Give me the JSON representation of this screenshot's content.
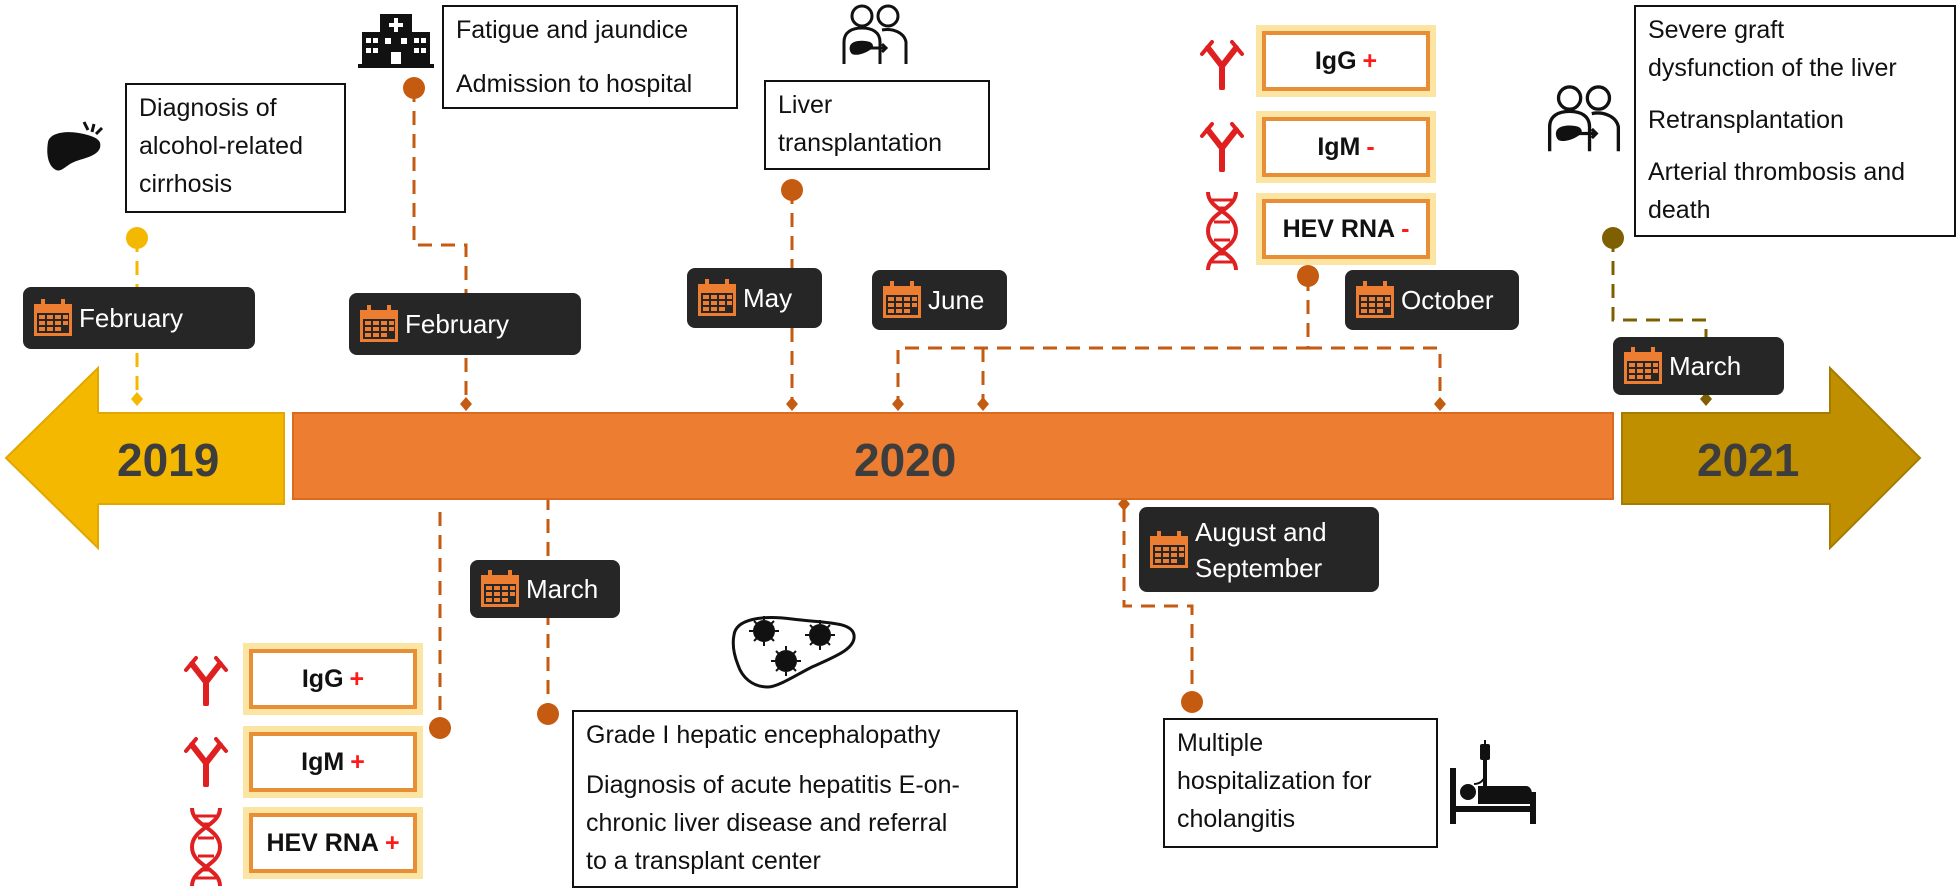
{
  "colors": {
    "timeline_2019": "#f5b800",
    "timeline_2020": "#ed7d31",
    "timeline_2021": "#bf8f00",
    "connector_2020": "#c55a11",
    "connector_2021": "#7f6000",
    "pill_bg": "#262626",
    "calendar_icon": "#ed7d31",
    "antibody_icon": "#e02020"
  },
  "years": {
    "y2019": "2019",
    "y2020": "2020",
    "y2021": "2021"
  },
  "dates": {
    "feb_2019": "February",
    "feb_2020": "February",
    "march_2020": "March",
    "may_2020": "May",
    "june_2020": "June",
    "aug_sep_line1": "August and",
    "aug_sep_line2": "September",
    "october_2020": "October",
    "march_2021": "March"
  },
  "events": {
    "cirrhosis": [
      "Diagnosis of",
      "alcohol-related",
      "cirrhosis"
    ],
    "fatigue": "Fatigue and jaundice",
    "admission": "Admission to hospital",
    "transplant": [
      "Liver",
      "transplantation"
    ],
    "graft": [
      "Severe graft",
      "dysfunction of the liver"
    ],
    "retransplant": "Retransplantation",
    "thrombosis": [
      "Arterial thrombosis and",
      "death"
    ],
    "encephalopathy": "Grade I hepatic encephalopathy",
    "hepatitis": [
      "Diagnosis of acute hepatitis E-on-",
      "chronic liver disease and referral",
      "to a transplant center"
    ],
    "cholangitis": [
      "Multiple",
      "hospitalization for",
      "cholangitis"
    ]
  },
  "labs_march": [
    {
      "test": "IgG",
      "result": "+",
      "icon": "antibody-icon"
    },
    {
      "test": "IgM",
      "result": "+",
      "icon": "antibody-icon"
    },
    {
      "test": "HEV RNA",
      "result": "+",
      "icon": "dna-icon"
    }
  ],
  "labs_october": [
    {
      "test": "IgG",
      "result": "+",
      "icon": "antibody-icon"
    },
    {
      "test": "IgM",
      "result": "-",
      "icon": "antibody-icon"
    },
    {
      "test": "HEV RNA",
      "result": "-",
      "icon": "dna-icon"
    }
  ],
  "icons": [
    "liver-icon",
    "hospital-icon",
    "doctors-liver-icon",
    "calendar-icon",
    "antibody-icon",
    "dna-icon",
    "virus-liver-icon",
    "hospital-bed-icon"
  ]
}
